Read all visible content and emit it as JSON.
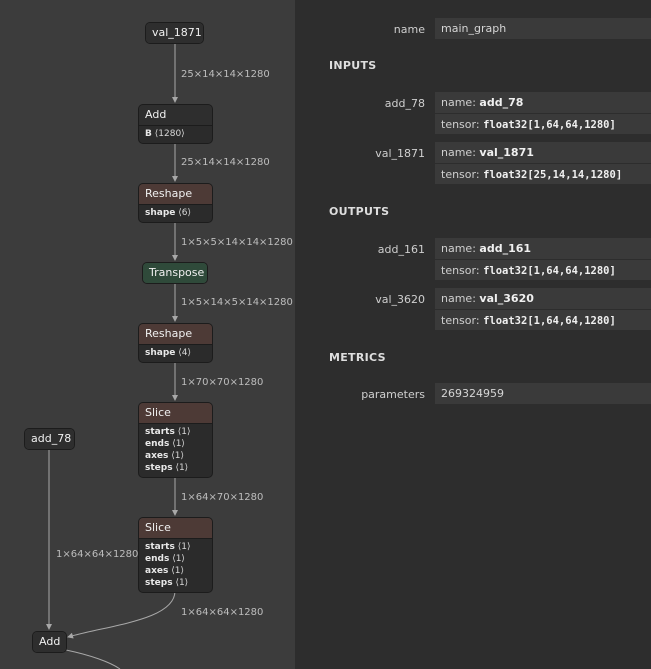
{
  "graph": {
    "nodes": {
      "val_1871": {
        "title": "val_1871"
      },
      "add1": {
        "title": "Add",
        "attrs": [
          {
            "k": "B",
            "v": "⟨1280⟩"
          }
        ]
      },
      "reshape1": {
        "title": "Reshape",
        "attrs": [
          {
            "k": "shape",
            "v": "⟨6⟩"
          }
        ]
      },
      "transpose": {
        "title": "Transpose"
      },
      "reshape2": {
        "title": "Reshape",
        "attrs": [
          {
            "k": "shape",
            "v": "⟨4⟩"
          }
        ]
      },
      "slice1": {
        "title": "Slice",
        "attrs": [
          {
            "k": "starts",
            "v": "⟨1⟩"
          },
          {
            "k": "ends",
            "v": "⟨1⟩"
          },
          {
            "k": "axes",
            "v": "⟨1⟩"
          },
          {
            "k": "steps",
            "v": "⟨1⟩"
          }
        ]
      },
      "slice2": {
        "title": "Slice",
        "attrs": [
          {
            "k": "starts",
            "v": "⟨1⟩"
          },
          {
            "k": "ends",
            "v": "⟨1⟩"
          },
          {
            "k": "axes",
            "v": "⟨1⟩"
          },
          {
            "k": "steps",
            "v": "⟨1⟩"
          }
        ]
      },
      "add_78": {
        "title": "add_78"
      },
      "add2": {
        "title": "Add"
      }
    },
    "edge_labels": {
      "e1": "25×14×14×1280",
      "e2": "25×14×14×1280",
      "e3": "1×5×5×14×14×1280",
      "e4": "1×5×14×5×14×1280",
      "e5": "1×70×70×1280",
      "e6": "1×64×70×1280",
      "e7": "1×64×64×1280",
      "e8": "1×64×64×1280"
    }
  },
  "panel": {
    "name_label": "name",
    "name_value": "main_graph",
    "inputs_title": "INPUTS",
    "outputs_title": "OUTPUTS",
    "metrics_title": "METRICS",
    "name_key": "name:",
    "tensor_key": "tensor:",
    "inputs": [
      {
        "label": "add_78",
        "name": "add_78",
        "tensor": "float32[1,64,64,1280]"
      },
      {
        "label": "val_1871",
        "name": "val_1871",
        "tensor": "float32[25,14,14,1280]"
      }
    ],
    "outputs": [
      {
        "label": "add_161",
        "name": "add_161",
        "tensor": "float32[1,64,64,1280]"
      },
      {
        "label": "val_3620",
        "name": "val_3620",
        "tensor": "float32[1,64,64,1280]"
      }
    ],
    "metrics": [
      {
        "label": "parameters",
        "value": "269324959"
      }
    ]
  }
}
